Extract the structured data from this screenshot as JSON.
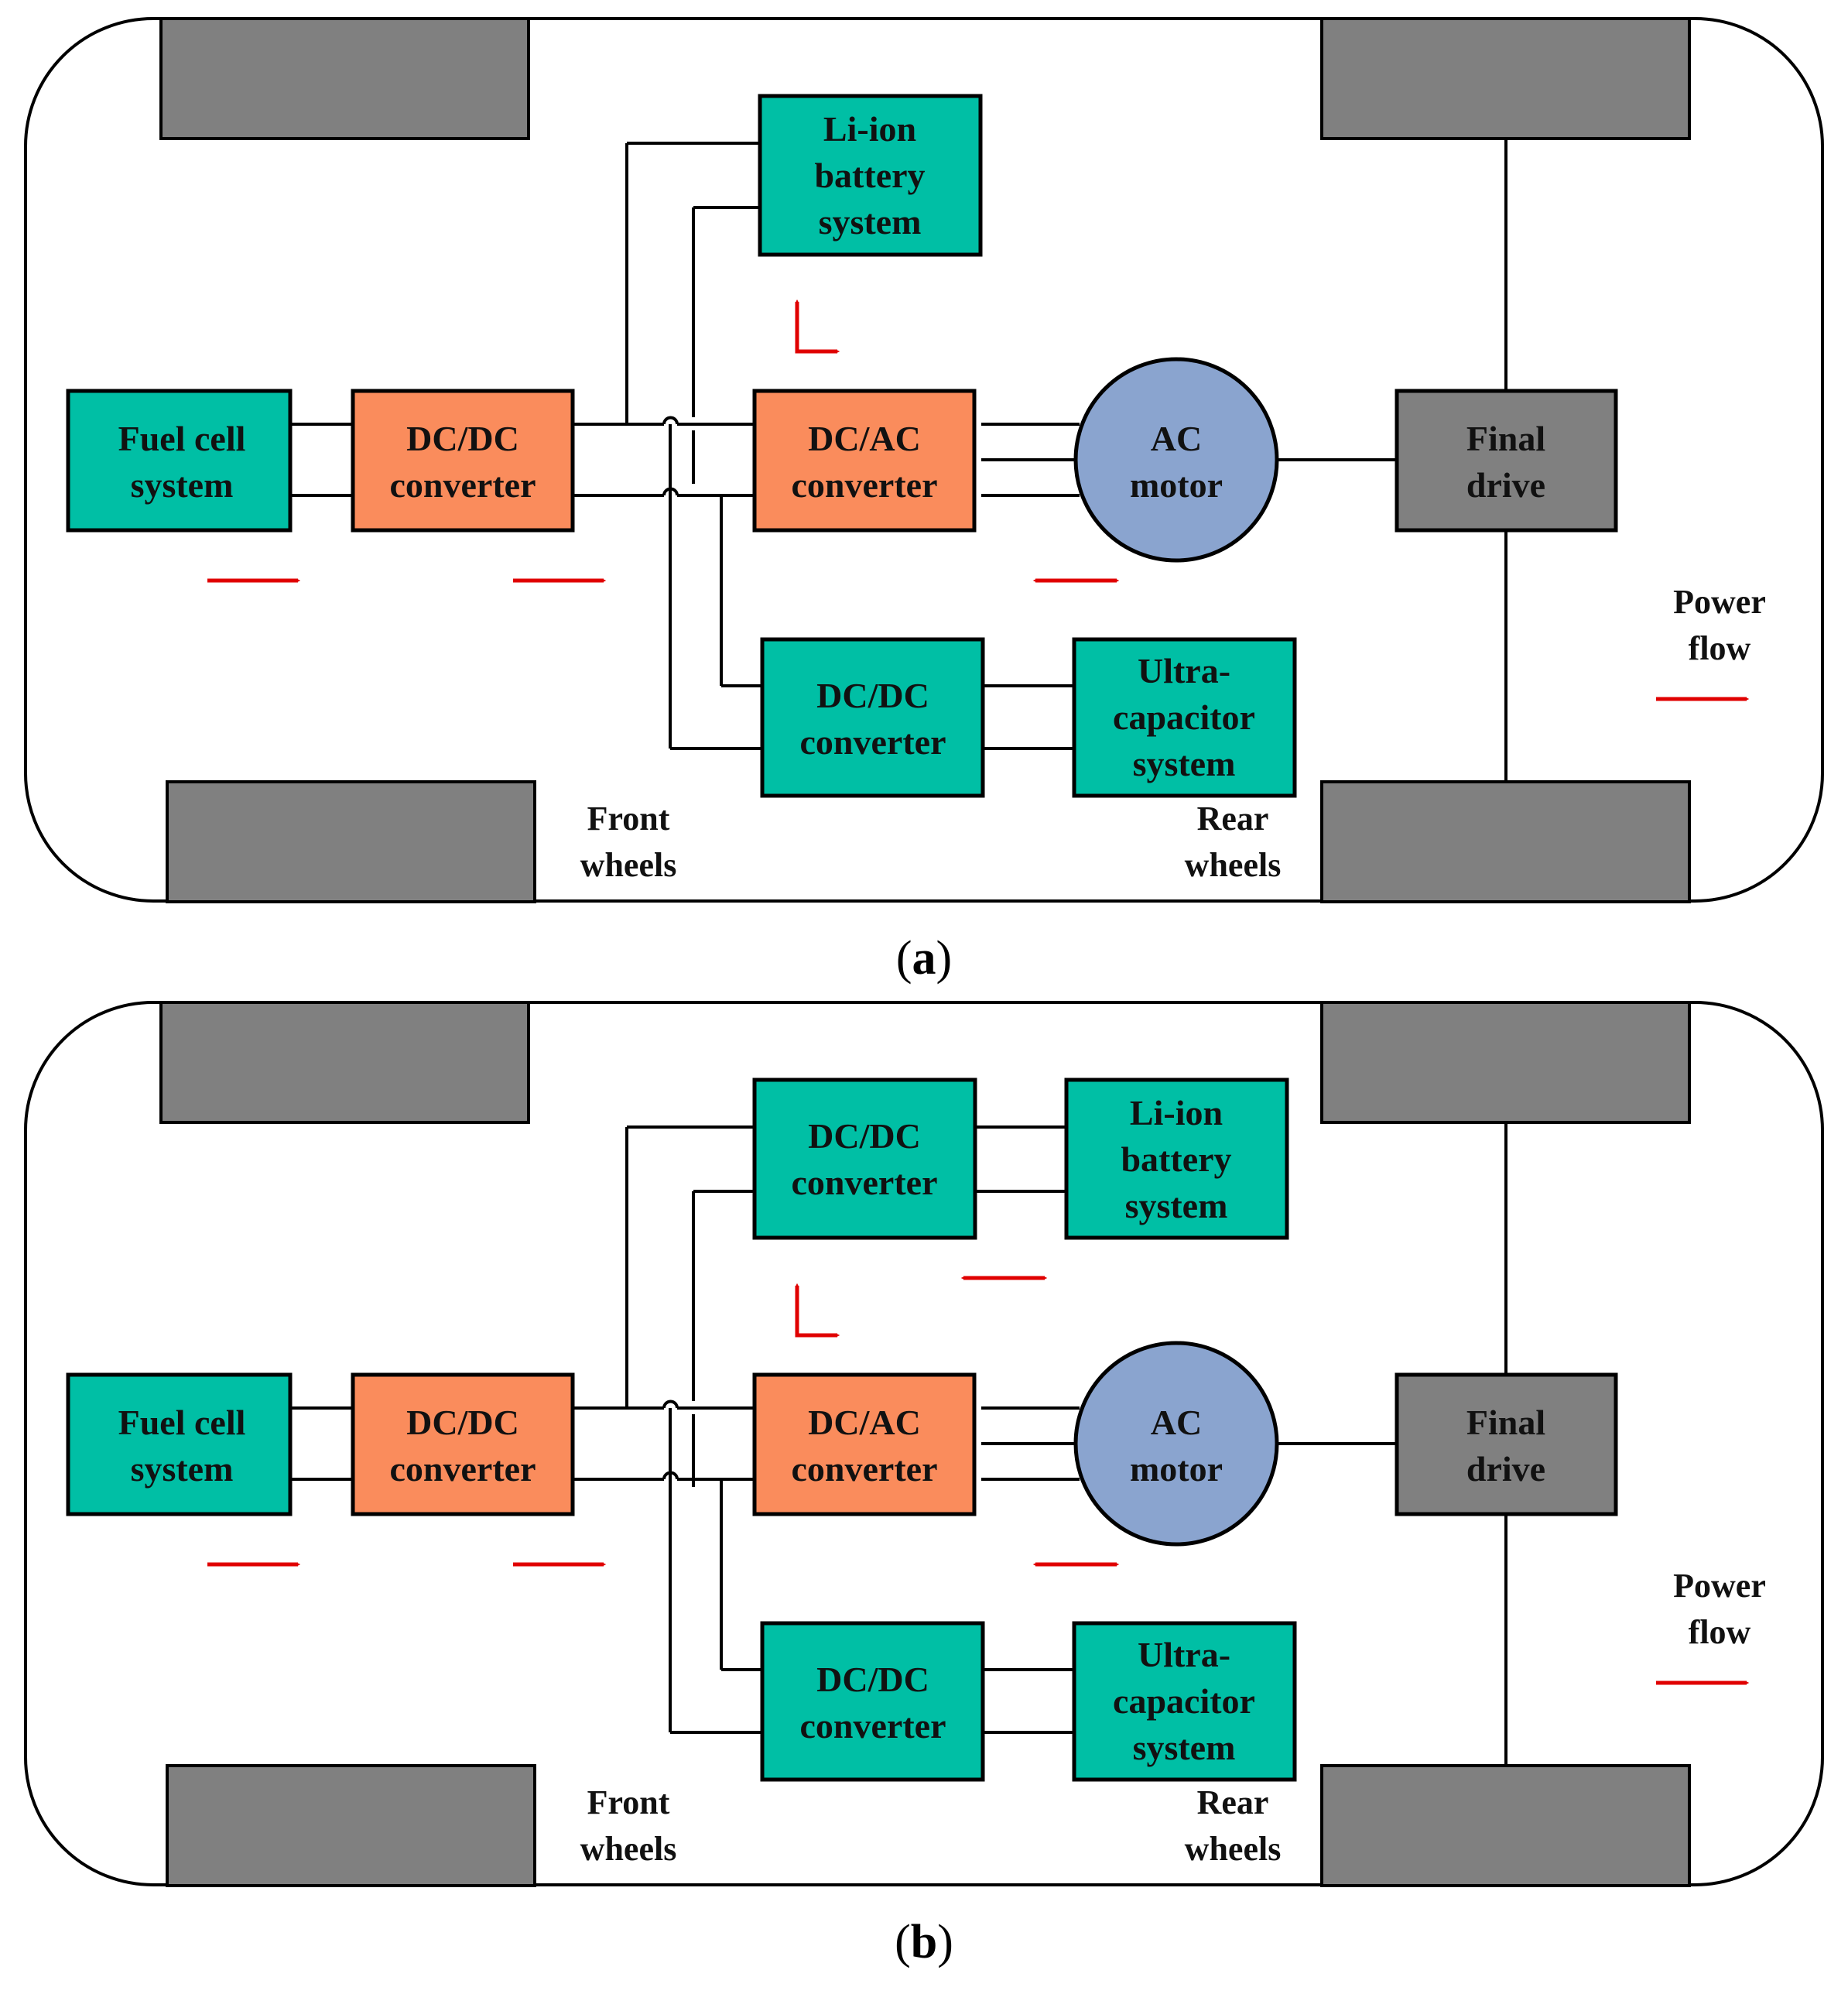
{
  "colors": {
    "component_teal": "#00bfa5",
    "converter_orange": "#fa8c5c",
    "motor_blue": "#8aa4cf",
    "wheel_gray": "#808080",
    "line_black": "#000000",
    "arrow_red": "#e00000"
  },
  "panels": [
    {
      "caption_open": "(",
      "caption_letter": "a",
      "caption_close": ")",
      "labels": {
        "fuel_cell": [
          "Fuel cell",
          "system"
        ],
        "dcdc_fuel": [
          "DC/DC",
          "converter"
        ],
        "battery_unit": [
          "Li-ion",
          "battery",
          "system"
        ],
        "dcac": [
          "DC/AC",
          "converter"
        ],
        "motor": [
          "AC",
          "motor"
        ],
        "final_drive": [
          "Final",
          "drive"
        ],
        "dcdc_uc": [
          "DC/DC",
          "converter"
        ],
        "ultracap": [
          "Ultra-",
          "capacitor",
          "system"
        ],
        "front_wheels": [
          "Front",
          "wheels"
        ],
        "rear_wheels": [
          "Rear",
          "wheels"
        ],
        "power_flow": [
          "Power",
          "flow"
        ]
      }
    },
    {
      "caption_open": "(",
      "caption_letter": "b",
      "caption_close": ")",
      "labels": {
        "fuel_cell": [
          "Fuel cell",
          "system"
        ],
        "dcdc_fuel": [
          "DC/DC",
          "converter"
        ],
        "dcdc_battery": [
          "DC/DC",
          "converter"
        ],
        "battery": [
          "Li-ion",
          "battery",
          "system"
        ],
        "dcac": [
          "DC/AC",
          "converter"
        ],
        "motor": [
          "AC",
          "motor"
        ],
        "final_drive": [
          "Final",
          "drive"
        ],
        "dcdc_uc": [
          "DC/DC",
          "converter"
        ],
        "ultracap": [
          "Ultra-",
          "capacitor",
          "system"
        ],
        "front_wheels": [
          "Front",
          "wheels"
        ],
        "rear_wheels": [
          "Rear",
          "wheels"
        ],
        "power_flow": [
          "Power",
          "flow"
        ]
      }
    }
  ]
}
